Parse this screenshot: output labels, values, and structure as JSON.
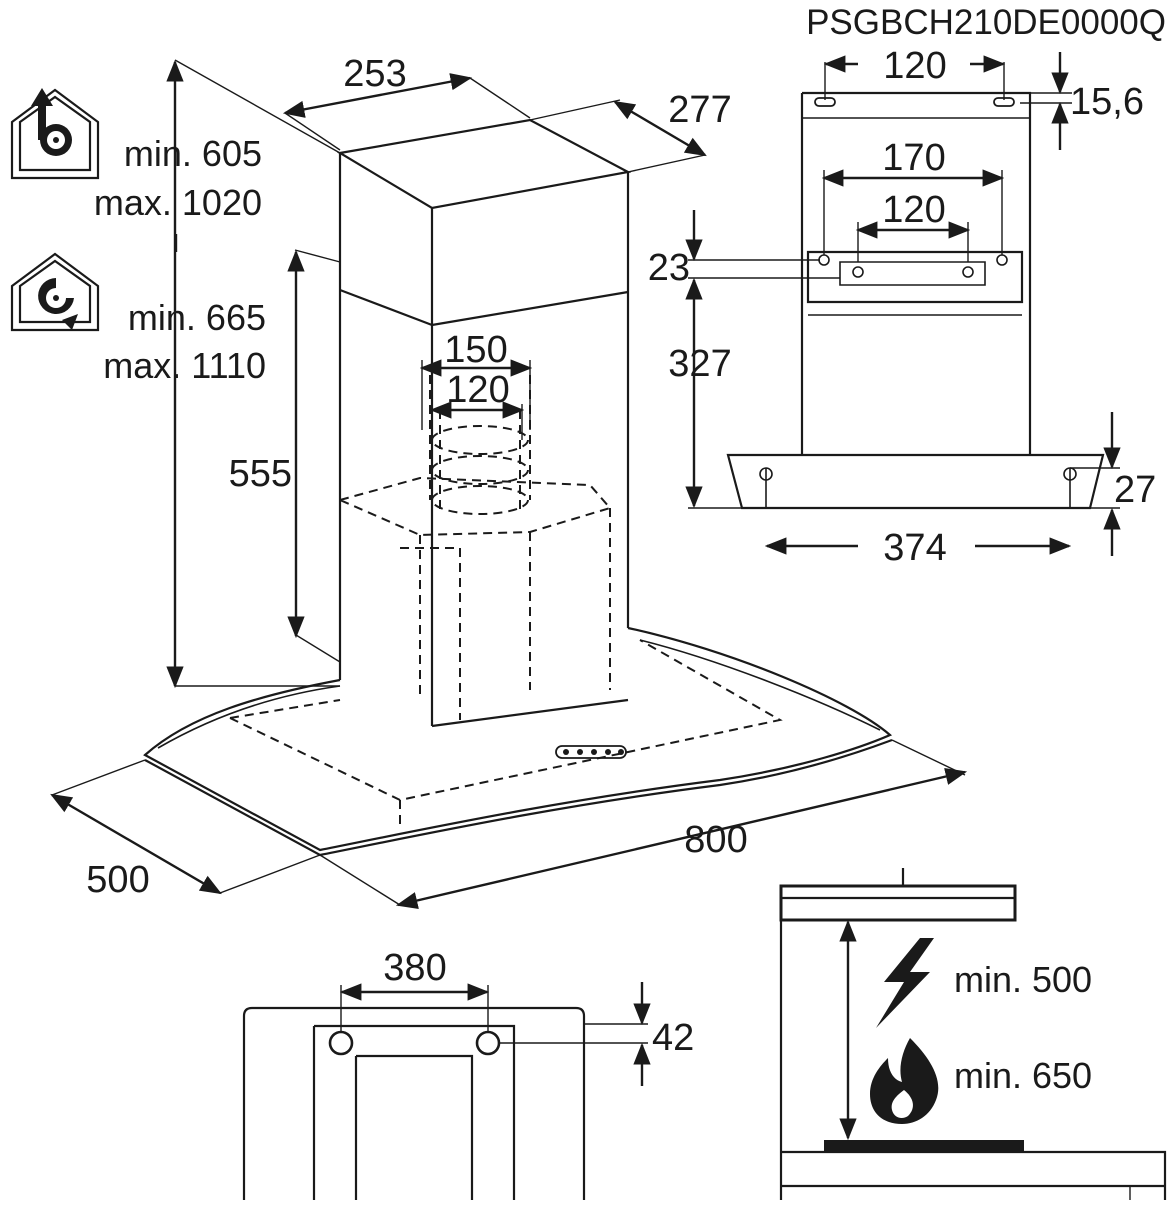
{
  "model_code": "PSGBCH210DE0000Q",
  "installation": {
    "extraction": {
      "icon": "extraction-fan-house-icon",
      "min": "min. 605",
      "max": "max. 1020"
    },
    "separator": "I",
    "recirculation": {
      "icon": "recirculation-house-icon",
      "min": "min. 665",
      "max": "max. 1110"
    }
  },
  "main_hood": {
    "chimney_width": "253",
    "chimney_depth": "277",
    "chimney_height": "555",
    "outlet_outer": "150",
    "outlet_inner": "120",
    "hood_width": "800",
    "hood_depth": "500"
  },
  "side_bracket": {
    "top_spacing": "120",
    "top_offset": "15,6",
    "mid_outer": "170",
    "mid_inner": "120",
    "mid_offset": "23",
    "height": "327",
    "bottom_offset": "27",
    "bottom_spacing": "374"
  },
  "wall_plate": {
    "spacing": "380",
    "offset": "42"
  },
  "clearance": {
    "electric_icon": "lightning-icon",
    "electric": "min. 500",
    "gas_icon": "flame-icon",
    "gas": "min. 650"
  }
}
